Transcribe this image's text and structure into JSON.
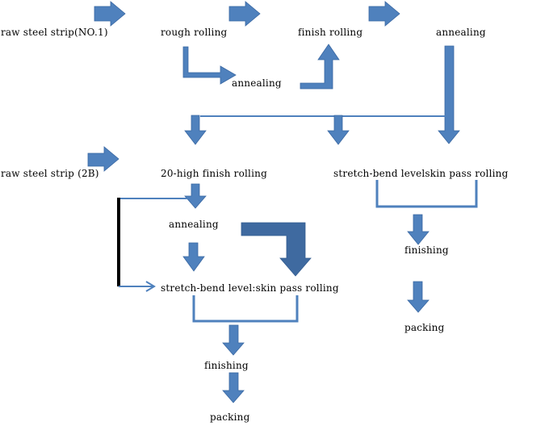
{
  "colors": {
    "arrow_fill": "#4f81bd",
    "arrow_stroke": "#3a68a3",
    "arrow_dark_fill": "#3f6aa0",
    "connector": "#4f81bd",
    "black_bar": "#000000",
    "text": "#000000",
    "background": "#ffffff"
  },
  "labels": {
    "raw_no1": "raw steel strip(NO.1)",
    "rough_rolling": "rough rolling",
    "finish_rolling": "finish rolling",
    "annealing_top": "annealing",
    "annealing_mid": "annealing",
    "raw_2b": "raw steel strip (2B)",
    "high20_finish": "20-high finish rolling",
    "stretch_right": "stretch-bend levelskin pass rolling",
    "annealing_2b": "annealing",
    "stretch_left": "stretch-bend level:skin pass rolling",
    "finishing_right": "finishing",
    "packing_right": "packing",
    "finishing_left": "finishing",
    "packing_left": "packing"
  },
  "icons": {
    "arrow_right": "block-arrow-right-icon",
    "arrow_down": "block-arrow-down-icon",
    "bent_arrow": "bent-arrow-icon",
    "uturn_arrow": "bent-up-arrow-icon",
    "thin_arrow": "thin-arrow-right-icon"
  }
}
